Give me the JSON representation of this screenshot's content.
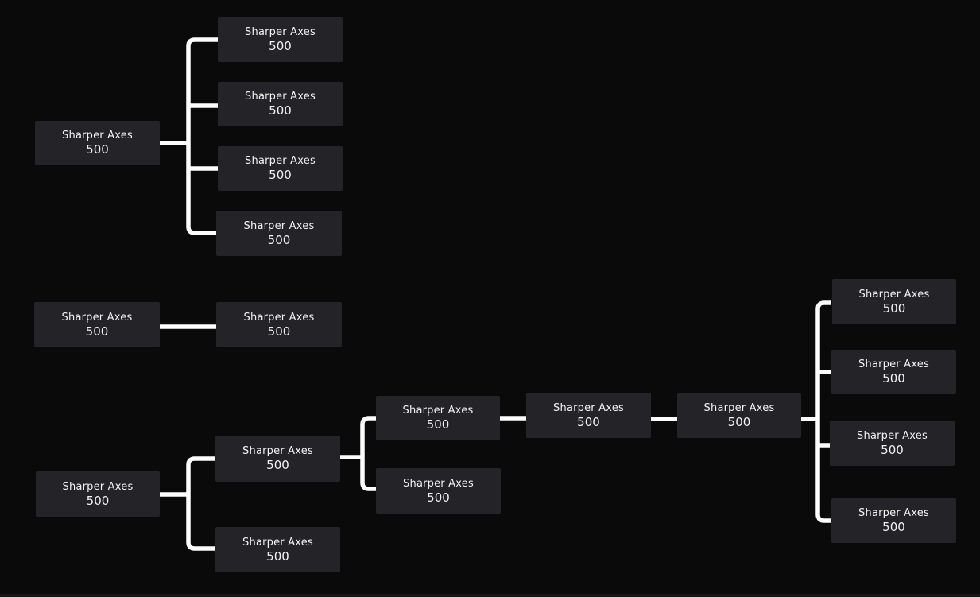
{
  "diagram": {
    "type": "tree",
    "colors": {
      "background": "#0a0a0b",
      "node_fill": "#242428",
      "node_text": "#f2f2f2",
      "connector": "#fdfdfd"
    }
  },
  "nodes": [
    {
      "id": "a-root",
      "title": "Sharper Axes",
      "value": "500"
    },
    {
      "id": "a-1",
      "title": "Sharper Axes",
      "value": "500"
    },
    {
      "id": "a-2",
      "title": "Sharper Axes",
      "value": "500"
    },
    {
      "id": "a-3",
      "title": "Sharper Axes",
      "value": "500"
    },
    {
      "id": "a-4",
      "title": "Sharper Axes",
      "value": "500"
    },
    {
      "id": "b-root",
      "title": "Sharper Axes",
      "value": "500"
    },
    {
      "id": "b-1",
      "title": "Sharper Axes",
      "value": "500"
    },
    {
      "id": "c-root",
      "title": "Sharper Axes",
      "value": "500"
    },
    {
      "id": "c-1",
      "title": "Sharper Axes",
      "value": "500"
    },
    {
      "id": "c-2",
      "title": "Sharper Axes",
      "value": "500"
    },
    {
      "id": "c-1-1",
      "title": "Sharper Axes",
      "value": "500"
    },
    {
      "id": "c-1-2",
      "title": "Sharper Axes",
      "value": "500"
    },
    {
      "id": "c-1-1-1",
      "title": "Sharper Axes",
      "value": "500"
    },
    {
      "id": "c-1-1-1-1",
      "title": "Sharper Axes",
      "value": "500"
    },
    {
      "id": "g-1",
      "title": "Sharper Axes",
      "value": "500"
    },
    {
      "id": "g-2",
      "title": "Sharper Axes",
      "value": "500"
    },
    {
      "id": "g-3",
      "title": "Sharper Axes",
      "value": "500"
    },
    {
      "id": "g-4",
      "title": "Sharper Axes",
      "value": "500"
    }
  ],
  "edges": [
    {
      "from": "a-root",
      "to": "a-1"
    },
    {
      "from": "a-root",
      "to": "a-2"
    },
    {
      "from": "a-root",
      "to": "a-3"
    },
    {
      "from": "a-root",
      "to": "a-4"
    },
    {
      "from": "b-root",
      "to": "b-1"
    },
    {
      "from": "c-root",
      "to": "c-1"
    },
    {
      "from": "c-root",
      "to": "c-2"
    },
    {
      "from": "c-1",
      "to": "c-1-1"
    },
    {
      "from": "c-1",
      "to": "c-1-2"
    },
    {
      "from": "c-1-1",
      "to": "c-1-1-1"
    },
    {
      "from": "c-1-1-1",
      "to": "c-1-1-1-1"
    },
    {
      "from": "c-1-1-1-1",
      "to": "g-1"
    },
    {
      "from": "c-1-1-1-1",
      "to": "g-2"
    },
    {
      "from": "c-1-1-1-1",
      "to": "g-3"
    },
    {
      "from": "c-1-1-1-1",
      "to": "g-4"
    }
  ]
}
